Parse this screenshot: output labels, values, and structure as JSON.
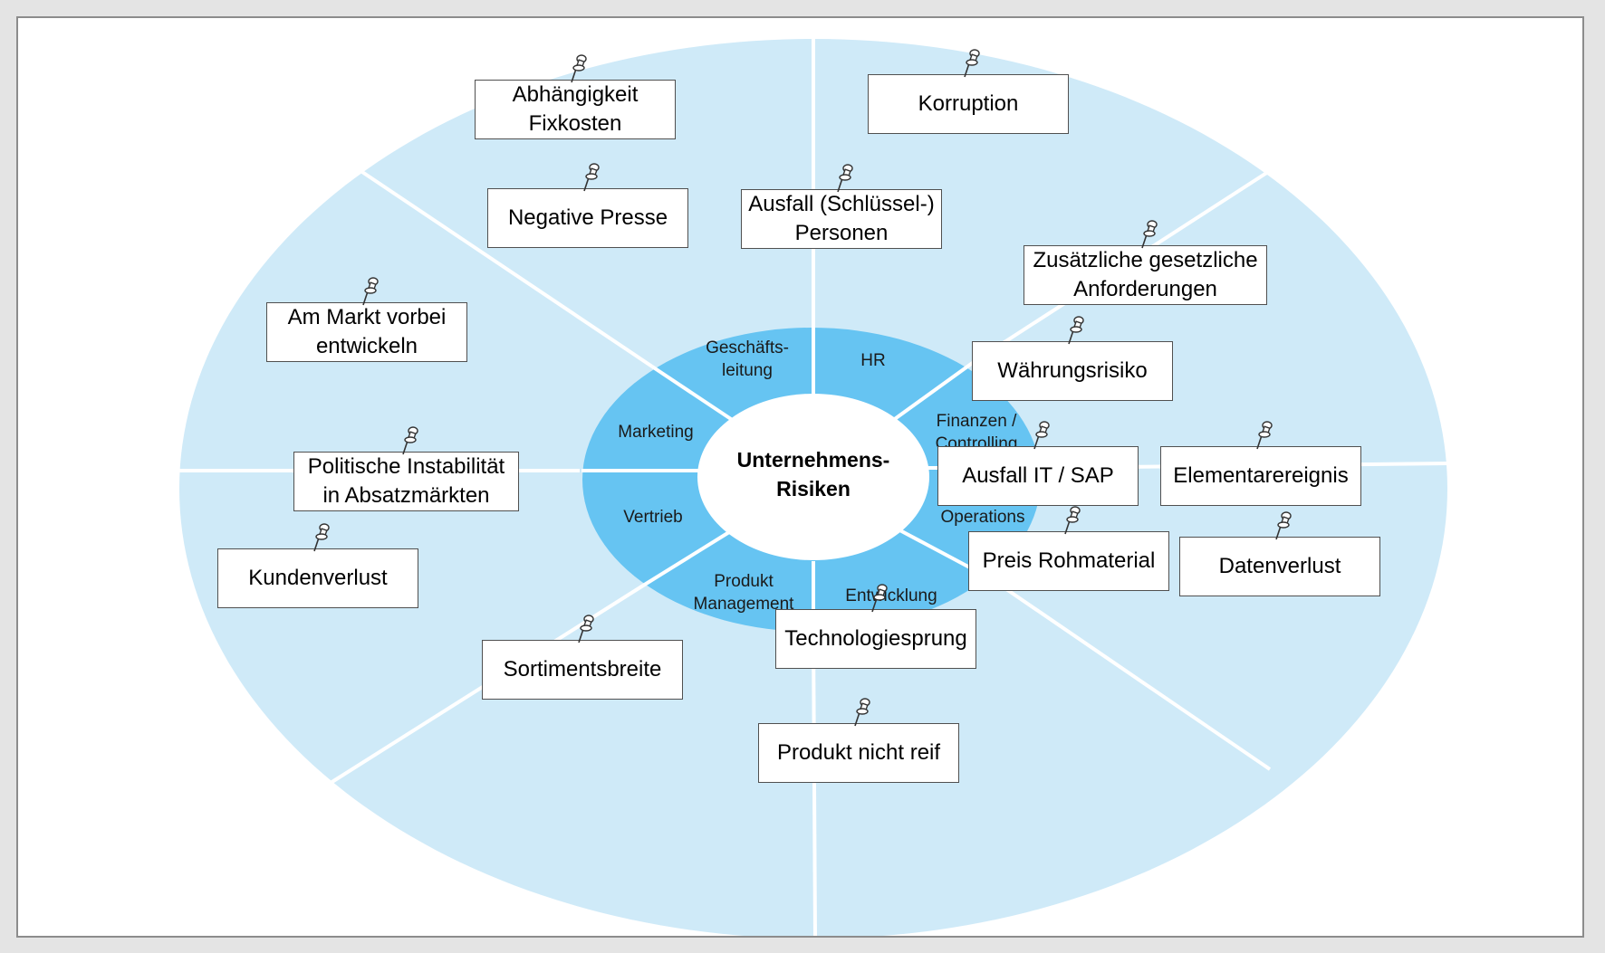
{
  "colors": {
    "outer_ring": "#cfeaf8",
    "inner_ring": "#66c4f2",
    "center": "#ffffff",
    "divider": "#ffffff",
    "box_border": "#505050"
  },
  "center": {
    "line1": "Unternehmens-",
    "line2": "Risiken"
  },
  "departments": [
    {
      "line1": "Geschäfts-",
      "line2": "leitung"
    },
    {
      "line1": "HR",
      "line2": ""
    },
    {
      "line1": "Finanzen /",
      "line2": "Controlling"
    },
    {
      "line1": "Operations",
      "line2": ""
    },
    {
      "line1": "Entwicklung",
      "line2": ""
    },
    {
      "line1": "Produkt",
      "line2": "Management"
    },
    {
      "line1": "Vertrieb",
      "line2": ""
    },
    {
      "line1": "Marketing",
      "line2": ""
    }
  ],
  "risks": [
    {
      "label": "Abhängigkeit\nFixkosten"
    },
    {
      "label": "Negative Presse"
    },
    {
      "label": "Korruption"
    },
    {
      "label": "Ausfall (Schlüssel-)\nPersonen"
    },
    {
      "label": "Zusätzliche gesetzliche\nAnforderungen"
    },
    {
      "label": "Währungsrisiko"
    },
    {
      "label": "Am Markt vorbei\nentwickeln"
    },
    {
      "label": "Politische Instabilität\nin Absatzmärkten"
    },
    {
      "label": "Kundenverlust"
    },
    {
      "label": "Ausfall IT / SAP"
    },
    {
      "label": "Elementarereignis"
    },
    {
      "label": "Preis Rohmaterial"
    },
    {
      "label": "Datenverlust"
    },
    {
      "label": "Technologiesprung"
    },
    {
      "label": "Sortimentsbreite"
    },
    {
      "label": "Produkt nicht reif"
    }
  ],
  "pin_icon": "pushpin-icon"
}
